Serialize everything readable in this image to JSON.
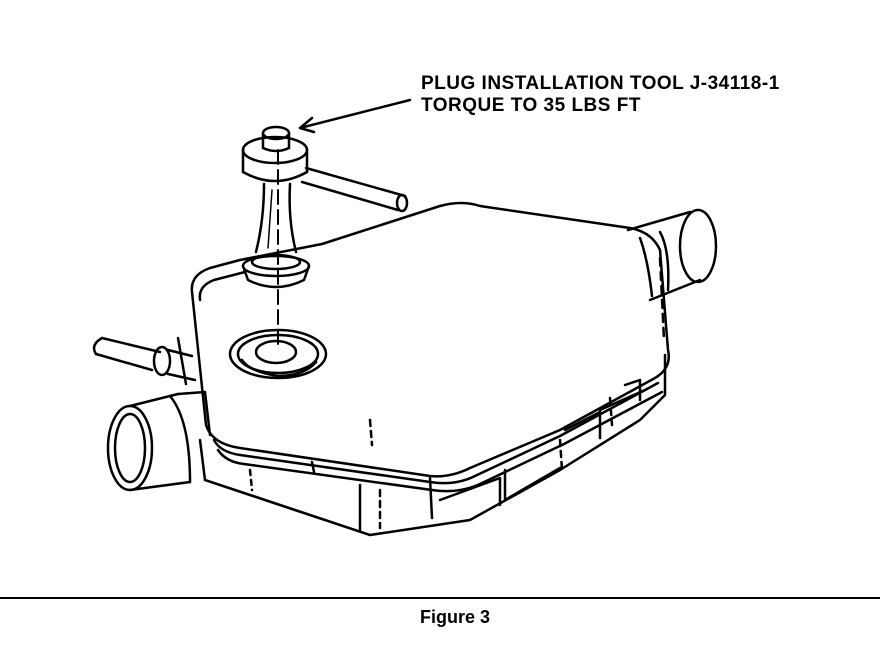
{
  "callout": {
    "line1": "PLUG INSTALLATION TOOL J-34118-1",
    "line2": "TORQUE TO 35 LBS FT"
  },
  "caption": "Figure 3",
  "colors": {
    "ink": "#000000",
    "paper": "#ffffff"
  }
}
